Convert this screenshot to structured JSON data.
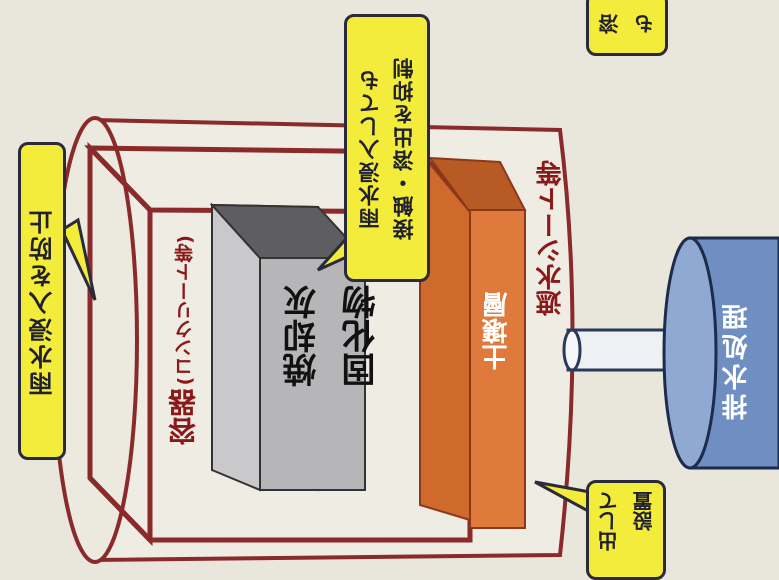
{
  "callouts": {
    "rain_prevent": "雨水浸入を防止",
    "rain_contact": [
      "雨水浸入しても",
      "接触・溶出を抑制"
    ],
    "top_right": [
      "溶",
      "も"
    ],
    "bottom_right": [
      "出して",
      "設置"
    ]
  },
  "labels": {
    "ash": [
      "焼却灰",
      "固化物"
    ],
    "container": "容器",
    "container_sub": "(コンクリート等)",
    "soil": "土壌層",
    "sheet": "遮水シート等",
    "drain": "排水処理"
  },
  "colors": {
    "frame": "#8a2a2a",
    "soil": "#e07a3c",
    "callout": "#f3ec3a",
    "tank": "#6f8fc2"
  }
}
